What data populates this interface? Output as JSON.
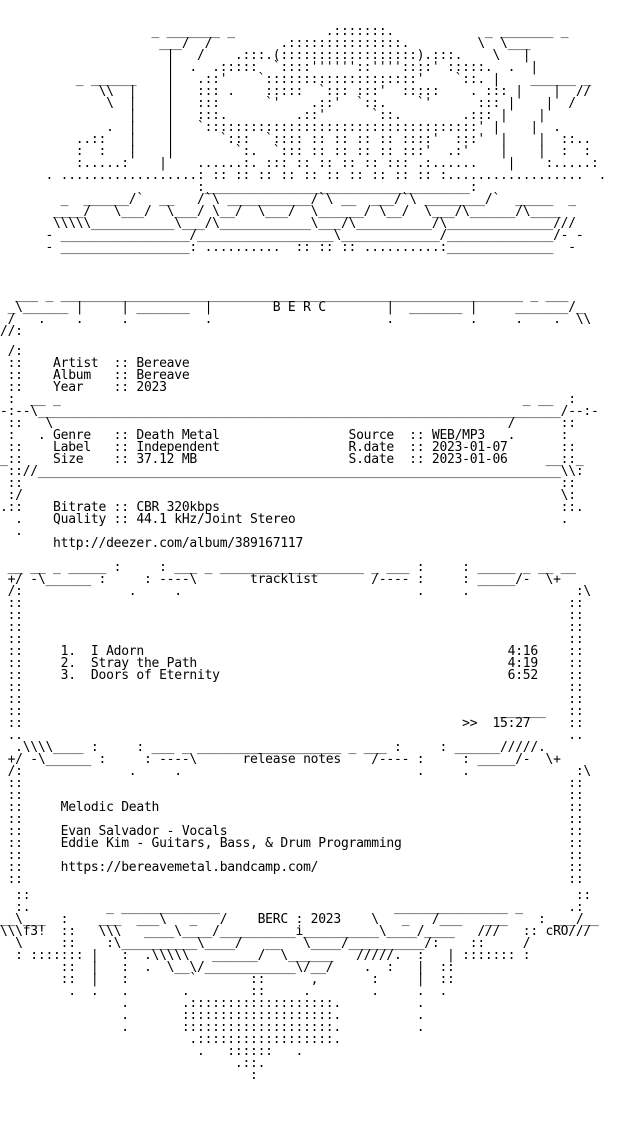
{
  "header_art": "                    _ _______ _            .:::::::.            _ _______ _\n                     ___/  /         .:::::::::::::::.         \\  \\___\n                      |   /    .:::.(::::::::::::::::::).:::.    \\   |\n                      |  .  .:::::  `::::''''''::''''::::' :::::.  .  |\n          _ ______    |   .::'    `::::::::::::::::::::'    `::. |    ______ _\n             \\\\  |    |   ::: .    :::::  `::: :::'  :::::    . ::: |    |  //\n              \\  |    |   :::      `'    .::'  `::.    `'      ::: |    |  /\n                 |    |   :::.         .::'      `::.        .::: |    |\n              .  |    |   `::::::::::::::::::::::::::::::::::::' |    |  .\n          ..::   |    |      `:::  `:::: :: :: :: :: ::::'  :::'  |    |  ::..\n          :  :   |    |        `:.  `::: :: :: :: :: :::'  .:'    |    |  :  :\n          :.....:    |    ......:. ::: :: :: :: :: ::: .:......    |    :.....:\n      . ..................: :: :: :: :: :: :: :: :: :: :: :..................  .\n                          :___________________________________:\n        _  ______/`  __   /`\\ ___________/`\\ __  ___/`\\ ________/`  _____  _\n       ____/   \\___/  \\___/ \\__/  \\___/  \\______/ \\__/  \\___/\\______/\\____\n       \\\\\\\\\\___________\\___/\\____________\\___/\\__________/\\______________///\n      - _________________/__________________\\_____________/______________/- -\n      - _________________: ..........  :: :: :: ..........:______________  -",
  "title_frame_art": "  ___ _ _____________________________________________________________ _ ___\n _\\______ |     | _______  |        B E R C        |  _______ |     _______/_\n /   .    .     .          .                       .          .     .    .  \\\\\n//:",
  "info_frame_art": " /:\n ::    Artist  :: Bereave\n ::    Album   :: Bereave\n ::    Year    :: 2023\n :  __ _                                                             _ __  :\n-:--\\_____________________________________________________________________/--:-\n ::   \\                                                            /      ::\n :   . Genre   :: Death Metal                 Source  :: WEB/MP3   .      :\n ::    Label   :: Independent                 R.date  :: 2023-01-07       ::\n_::    Size    :: 37.12 MB                    S.date  :: 2023-01-06     __::_\n :://_____________________________________________________________________\\\\:\n ::                                                                       ::\n :/                                                                       \\:\n.::    Bitrate :: CBR 320kbps                                             ::.\n  .    Quality :: 44.1 kHz/Joint Stereo                                   .\n  .\n       http://deezer.com/album/389167117\n\n __ __ _ _____ :     : ___ _ ___________________ _ ___ :     : _____ _ __ __\n +/ -\\______ :     : ----\\       tracklist       /---- :     : _____/-  \\+\n /:              .     .                               .     .              :\\\n ::                                                                        ::\n ::                                                                        ::\n ::                                                                        ::\n ::                                                                        ::\n ::     1.  I Adorn                                                4:16    ::\n ::     2.  Stray the Path                                         4:19    ::\n ::     3.  Doors of Eternity                                      6:52    ::\n ::                                                                        ::\n ::                                                                        ::\n ::                                                               ______   ::\n ::                                                          >>  15:27     ::\n ..                                                                        ..\n  .\\\\\\\\____ :     : ___ _ ___________________ _ ___ :     : ______/////.\n +/ -\\______ :     : ----\\      release notes    /---- :     : _____/-  \\+\n /:              .     .                               .     .              :\\\n ::                                                                        ::\n ::                                                                        ::\n ::     Melodic Death                                                      ::\n ::                                                                        ::\n ::     Evan Salvador - Vocals                                             ::\n ::     Eddie Kim - Guitars, Bass, & Drum Programming                      ::\n ::                                                                        ::\n ::     https://bereavemetal.bandcamp.com/                                 ::\n ::                                                                        ::",
  "bottom_art": "  ::                                                                        ::\n  :.          _ _____________                       _______________ _      .:\n__\\___  :    ___  ___\\   _   /    BERC : 2023    \\   _   /___   ___    : ___/__\n\\\\\\f3!  ::   \\\\\\   ____\\____/__________i__________\\____/____   ///   :: cRO///\n  \\     ::    :\\__________\\____/   __   \\____/__________/:    ::     /\n  : ::::::: |   :  .\\\\\\\\\\   ______/  \\______   /////.  :   | ::::::: :\n        ::  |   :  .  \\__\\/____________\\/__/    .  :   |  ::\n        ::  |   :        `       ::      ,       :     |  ::\n         .  .   .       .        ::     .        .     .  .\n                .       .:::::::::::::::::::.          .\n                .       ::::::::::::::::::::.          .\n                .       ::::::::::::::::::::.          .\n                         .::::::::::::::::::.\n                          .   ::::::   .\n                               .::.\n                                 :",
  "release": {
    "group": "B E R C",
    "artist_label": "Artist",
    "artist": "Bereave",
    "album_label": "Album",
    "album": "Bereave",
    "year_label": "Year",
    "year": "2023",
    "genre_label": "Genre",
    "genre": "Death Metal",
    "label_label": "Label",
    "label": "Independent",
    "size_label": "Size",
    "size": "37.12 MB",
    "source_label": "Source",
    "source": "WEB/MP3",
    "rdate_label": "R.date",
    "rdate": "2023-01-07",
    "sdate_label": "S.date",
    "sdate": "2023-01-06",
    "bitrate_label": "Bitrate",
    "bitrate": "CBR 320kbps",
    "quality_label": "Quality",
    "quality": "44.1 kHz/Joint Stereo",
    "url": "http://deezer.com/album/389167117"
  },
  "tracklist": {
    "heading": "tracklist",
    "tracks": [
      {
        "num": "1.",
        "title": "I Adorn",
        "time": "4:16"
      },
      {
        "num": "2.",
        "title": "Stray the Path",
        "time": "4:19"
      },
      {
        "num": "3.",
        "title": "Doors of Eternity",
        "time": "6:52"
      }
    ],
    "total_prefix": ">>",
    "total": "15:27"
  },
  "release_notes": {
    "heading": "release notes",
    "style": "Melodic Death",
    "members": [
      "Evan Salvador - Vocals",
      "Eddie Kim - Guitars, Bass, & Drum Programming"
    ],
    "link": "https://bereavemetal.bandcamp.com/"
  },
  "footer": {
    "tag": "BERC : 2023",
    "left_sig": "f3!",
    "right_sig": "cRO"
  }
}
